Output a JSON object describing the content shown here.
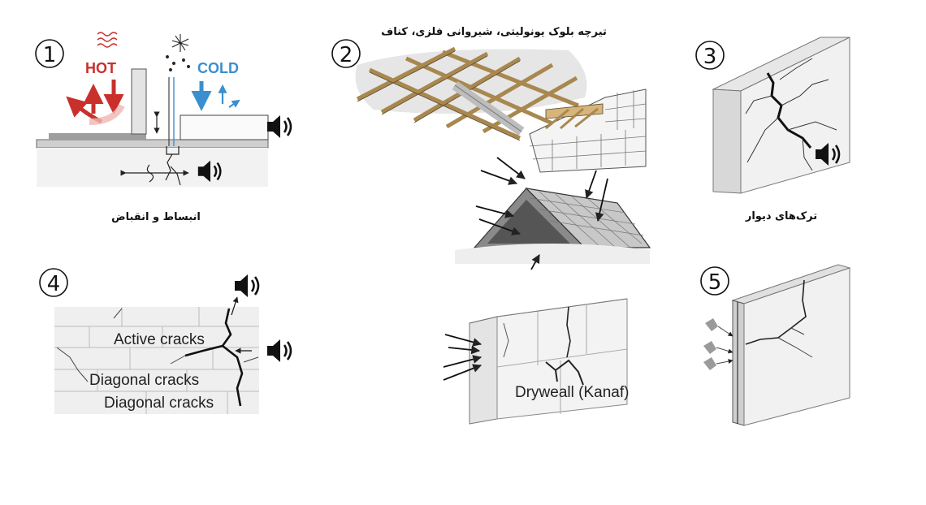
{
  "panels": {
    "p1": {
      "number": "1",
      "hot_label": "HOT",
      "cold_label": "COLD",
      "caption": "انبساط و انقباض"
    },
    "p2": {
      "number": "2",
      "caption": "تیرچه بلوک یونولیتی، شیروانی فلزی، کناف"
    },
    "p3": {
      "number": "3",
      "caption": "ترک‌های دیوار"
    },
    "p4": {
      "number": "4",
      "label_active": "Active cracks",
      "label_diag1": "Diagonal cracks",
      "label_diag2": "Diagonal cracks"
    },
    "p5": {
      "number": "5"
    },
    "p6": {
      "label_drywall": "Dryweall (Kanaf)"
    }
  },
  "colors": {
    "hot": "#c9302c",
    "cold": "#3a8fd0",
    "line": "#222222"
  },
  "icons": [
    "speaker-icon",
    "heat-wave-icon",
    "frost-icon",
    "vibration-icon"
  ]
}
